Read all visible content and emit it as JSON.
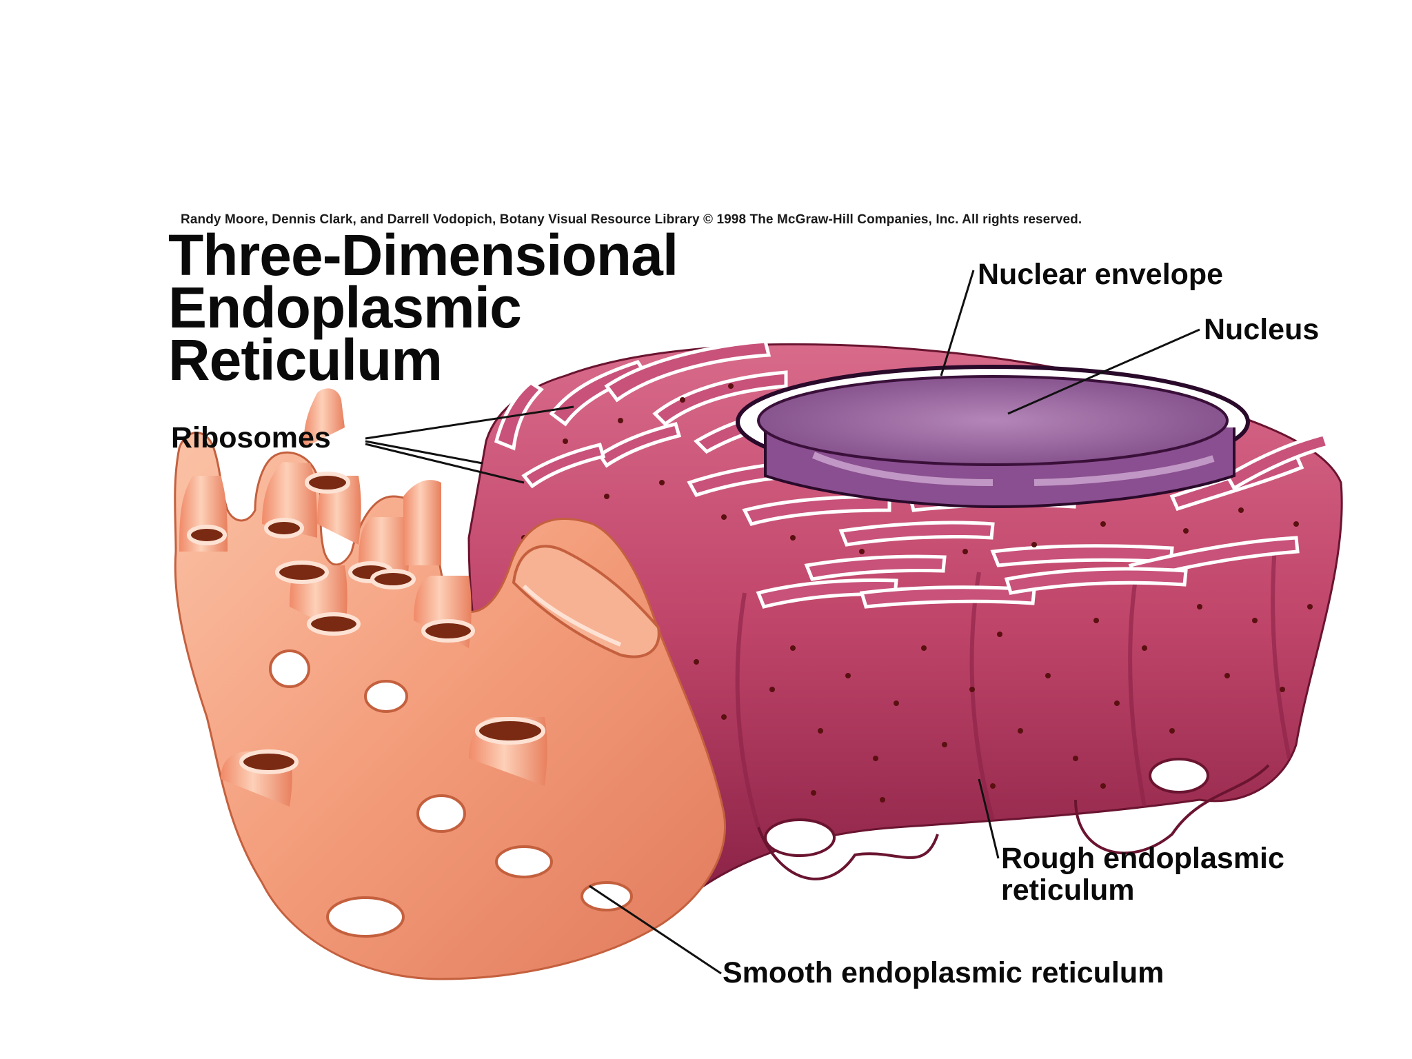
{
  "credit": "Randy Moore, Dennis Clark, and Darrell Vodopich, Botany Visual Resource Library © 1998 The McGraw-Hill Companies, Inc. All rights reserved.",
  "title": {
    "line1": "Three-Dimensional",
    "line2": "Endoplasmic",
    "line3": "Reticulum"
  },
  "labels": {
    "ribosomes": "Ribosomes",
    "nuclear_envelope": "Nuclear envelope",
    "nucleus": "Nucleus",
    "rough_er_line1": "Rough endoplasmic",
    "rough_er_line2": "reticulum",
    "smooth_er": "Smooth endoplasmic reticulum"
  },
  "colors": {
    "rough_er": "#c0456a",
    "rough_er_dark": "#7a1c3c",
    "smooth_er": "#f4a07e",
    "smooth_er_light": "#fcd4bf",
    "nucleus": "#9a5a9a",
    "ribosome": "#6e1a1a",
    "leader": "#111111"
  }
}
